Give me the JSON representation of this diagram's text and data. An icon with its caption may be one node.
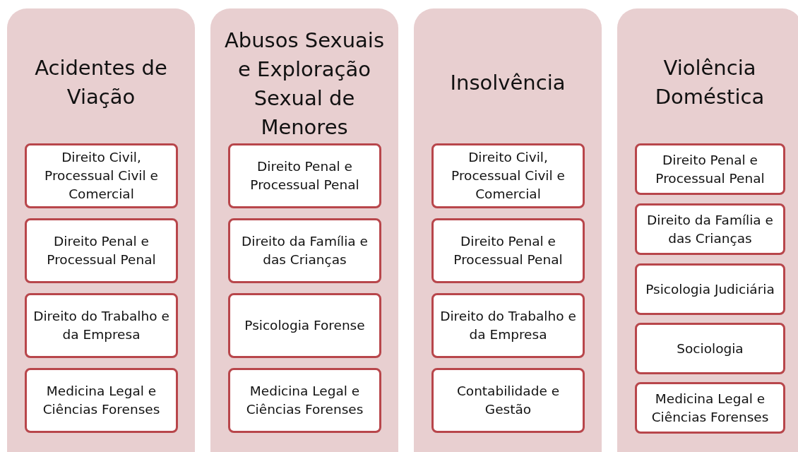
{
  "diagram": {
    "nodes": [
      {
        "text": [
          "Acidentes de Viação"
        ]
      },
      {
        "text": [
          "Direito Civil, Processual Civil e Comercial"
        ],
        "in": 0
      },
      {
        "text": [
          "Direito Penal e Processual Penal"
        ],
        "in": 0
      },
      {
        "text": [
          "Direito do Trabalho e da Empresa"
        ],
        "in": 0
      },
      {
        "text": [
          "Medicina Legal e Ciências Forenses"
        ],
        "in": 0
      },
      {
        "text": [
          "Abusos Sexuais e Exploração Sexual de Menores"
        ]
      },
      {
        "text": [
          "Direito Penal e Processual Penal"
        ],
        "in": 5
      },
      {
        "text": [
          "Direito da Família e das Crianças"
        ],
        "in": 5
      },
      {
        "text": [
          "Psicologia Forense"
        ],
        "in": 5
      },
      {
        "text": [
          "Medicina Legal e Ciências Forenses"
        ],
        "in": 5
      },
      {
        "text": [
          "Insolvência"
        ]
      },
      {
        "text": [
          "Direito Civil, Processual Civil e Comercial"
        ],
        "in": 10
      },
      {
        "text": [
          "Direito Penal e Processual Penal"
        ],
        "in": 10
      },
      {
        "text": [
          "Direito do Trabalho e da Empresa"
        ],
        "in": 10
      },
      {
        "text": [
          "Contabilidade e Gestão"
        ],
        "in": 10
      },
      {
        "text": [
          "Violência Doméstica"
        ]
      },
      {
        "text": [
          "Direito Penal e Processual Penal"
        ],
        "in": 15
      },
      {
        "text": [
          "Direito da Família e das Crianças"
        ],
        "in": 15
      },
      {
        "text": [
          "Psicologia Judiciária"
        ],
        "in": 15
      },
      {
        "text": [
          "Sociologia"
        ],
        "in": 15
      },
      {
        "text": [
          "Medicina Legal e Ciências Forenses"
        ],
        "in": 15
      }
    ],
    "edges": []
  }
}
